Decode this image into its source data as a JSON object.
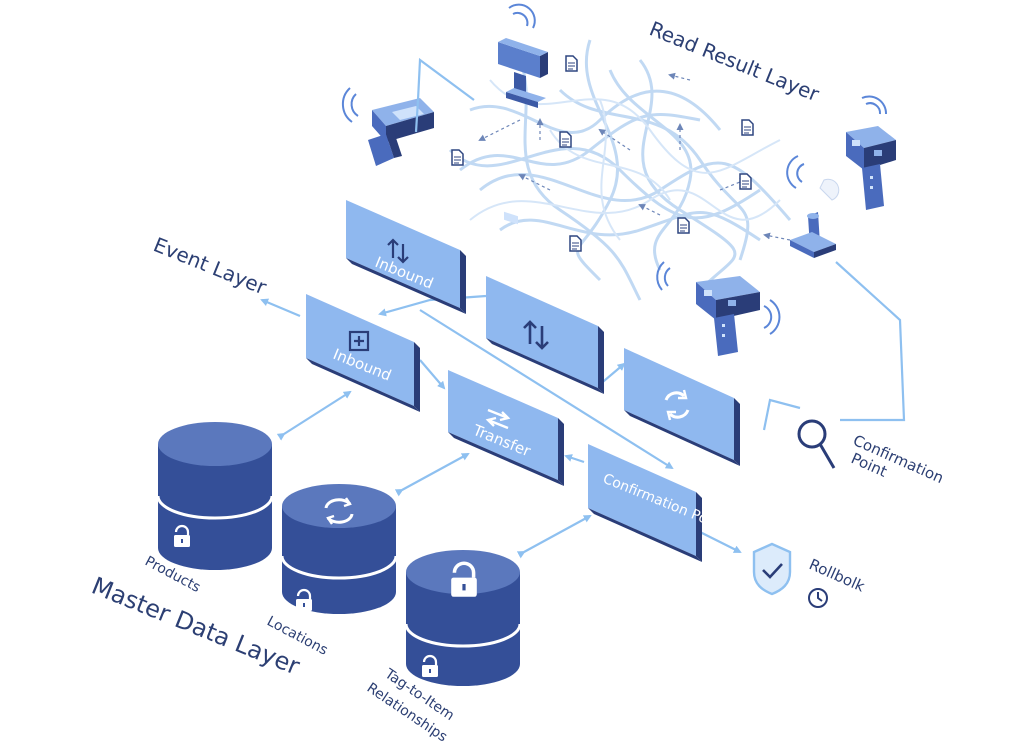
{
  "layers": {
    "read_result": "Read Result Layer",
    "event": "Event Layer",
    "master_data": "Master Data Layer"
  },
  "cards": {
    "inbound_top": "Inbound",
    "inbound_left": "Inbound",
    "transfer": "Transfer",
    "confirmation_point": "Confirmation Point"
  },
  "databases": {
    "products": "Products",
    "locations": "Locations",
    "tag_to_item_line1": "Tag-to-Item",
    "tag_to_item_line2": "Relationships"
  },
  "side_labels": {
    "confirmation_point_line1": "Confirmation",
    "confirmation_point_line2": "Point",
    "rollback": "Rollbolk"
  },
  "icons": {
    "scanner": "barcode-scanner-icon",
    "document": "document-icon",
    "magnifier": "magnifier-icon",
    "shield": "shield-check-icon",
    "clock": "clock-icon",
    "lock": "lock-icon",
    "sync": "sync-icon"
  },
  "colors": {
    "card_fill": "#8fb8ef",
    "card_side": "#2a3d78",
    "database_top": "#5b78bd",
    "database_body": "#344f98",
    "line": "#8ec0f0",
    "text": "#2c3f73"
  }
}
